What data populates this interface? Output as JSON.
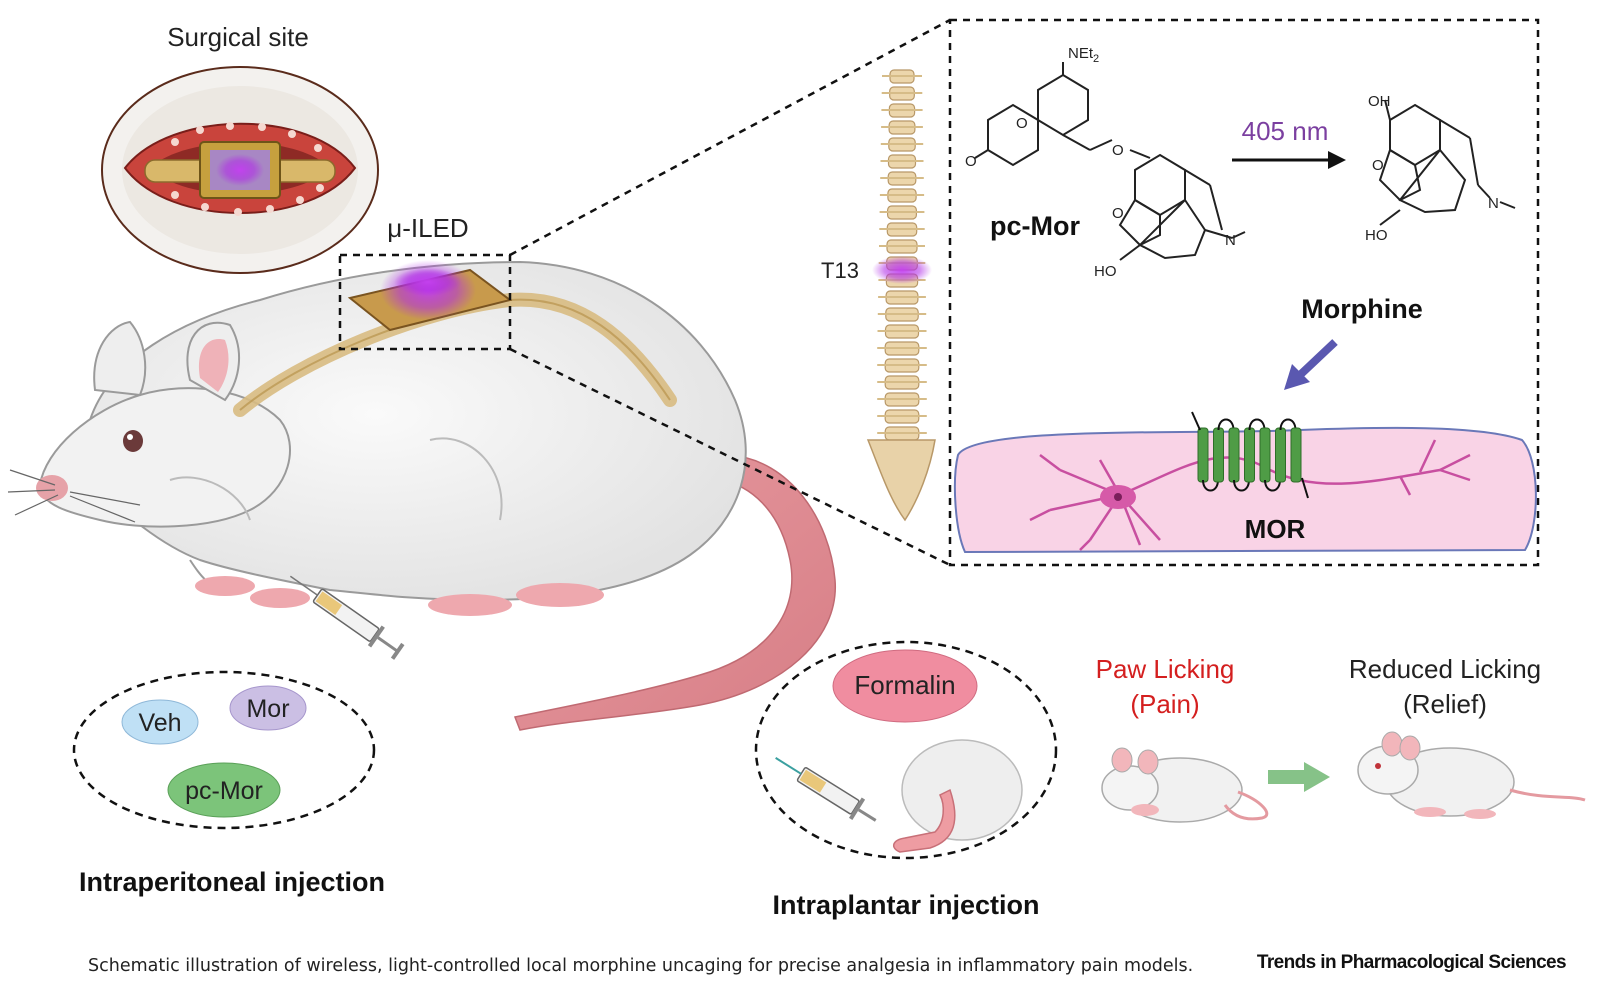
{
  "panel": {
    "surgical_site": "Surgical site",
    "device": "μ-ILED",
    "vertebra": "T13",
    "amine_label": "NEt",
    "amine_sub": "2",
    "prodrug": "pc-Mor",
    "wavelength": "405 nm",
    "product": "Morphine",
    "receptor": "MOR",
    "ho": "HO",
    "oh": "OH"
  },
  "groups": {
    "veh": "Veh",
    "mor": "Mor",
    "pcmor": "pc-Mor",
    "ip_title": "Intraperitoneal injection"
  },
  "assay": {
    "formalin": "Formalin",
    "pain_line1": "Paw Licking",
    "pain_line2": "(Pain)",
    "relief_line1": "Reduced Licking",
    "relief_line2": "(Relief)",
    "iplantar_title": "Intraplantar injection"
  },
  "caption": {
    "text": "Schematic illustration of wireless, light-controlled local morphine uncaging for precise analgesia in inflammatory pain models.",
    "journal": "Trends in Pharmacological Sciences"
  },
  "colors": {
    "led_glow": "#b02ce6",
    "pain_text": "#d41f1f",
    "wavelength_text": "#7b3fa0",
    "veh": "#bfe0f5",
    "mor": "#cbbfe4",
    "pcmor": "#7cc47a",
    "formalin": "#f08da0",
    "mor_receptor": "#4f9c46",
    "neuron_bg": "#f9d3e6",
    "arrow_green": "#86c288",
    "arrow_blue": "#5a58b0"
  }
}
